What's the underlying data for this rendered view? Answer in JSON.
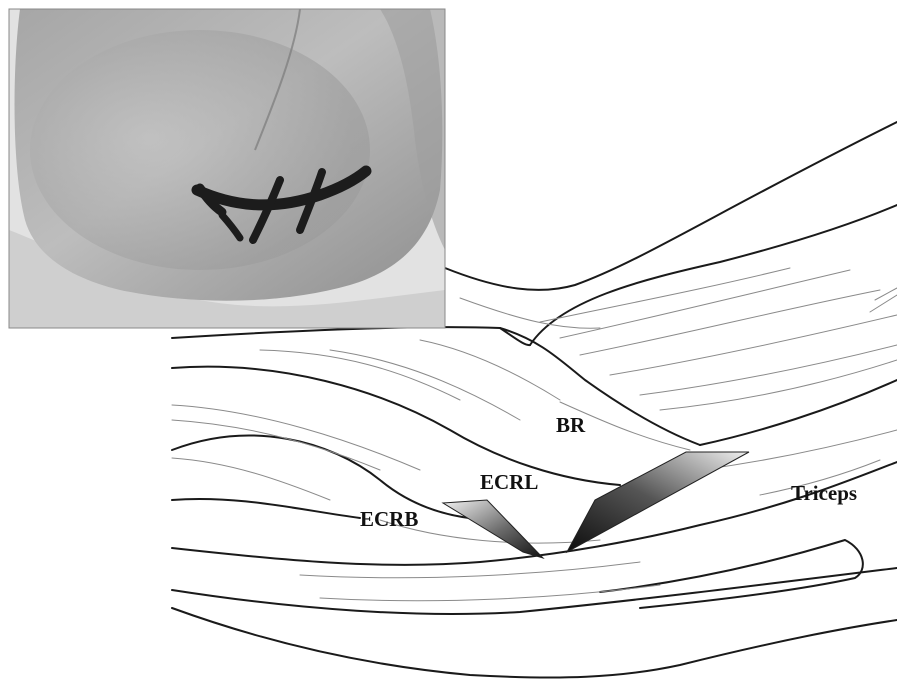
{
  "labels": {
    "br": "BR",
    "ecrl": "ECRL",
    "ecrb": "ECRB",
    "triceps": "Triceps"
  },
  "colors": {
    "skin_light": "#b9b9b9",
    "skin_dark": "#6e6e6e",
    "marker": "#1c1c1c",
    "retractor_dark": "#111111",
    "retractor_light": "#f2f2f2"
  }
}
